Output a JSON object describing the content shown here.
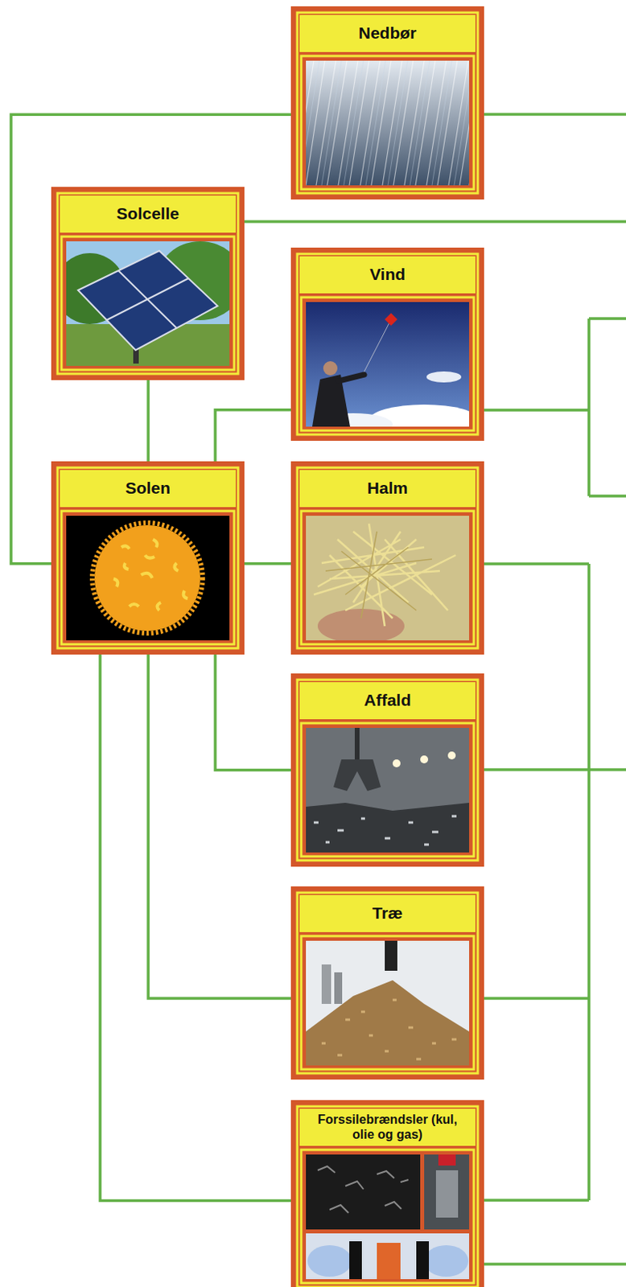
{
  "diagram": {
    "nodes": [
      {
        "text": [
          "Nedbør"
        ]
      },
      {
        "text": [
          "Solcelle"
        ]
      },
      {
        "text": [
          "Vind"
        ]
      },
      {
        "text": [
          "Solen"
        ]
      },
      {
        "text": [
          "Halm"
        ]
      },
      {
        "text": [
          "Affald"
        ]
      },
      {
        "text": [
          "Træ"
        ]
      },
      {
        "text": [
          "Forssilebrændsler (kul, olie og gas)"
        ]
      }
    ],
    "edges": [
      {
        "from": 3,
        "to": 0,
        "arrow": "none"
      },
      {
        "from": 1,
        "to": 3,
        "arrow": "none"
      },
      {
        "from": 3,
        "to": 2,
        "arrow": "none"
      },
      {
        "from": 3,
        "to": 4,
        "arrow": "none"
      },
      {
        "from": 3,
        "to": 5,
        "arrow": "none"
      },
      {
        "from": 3,
        "to": 6,
        "arrow": "none"
      },
      {
        "from": 3,
        "to": 7,
        "arrow": "none"
      }
    ]
  }
}
